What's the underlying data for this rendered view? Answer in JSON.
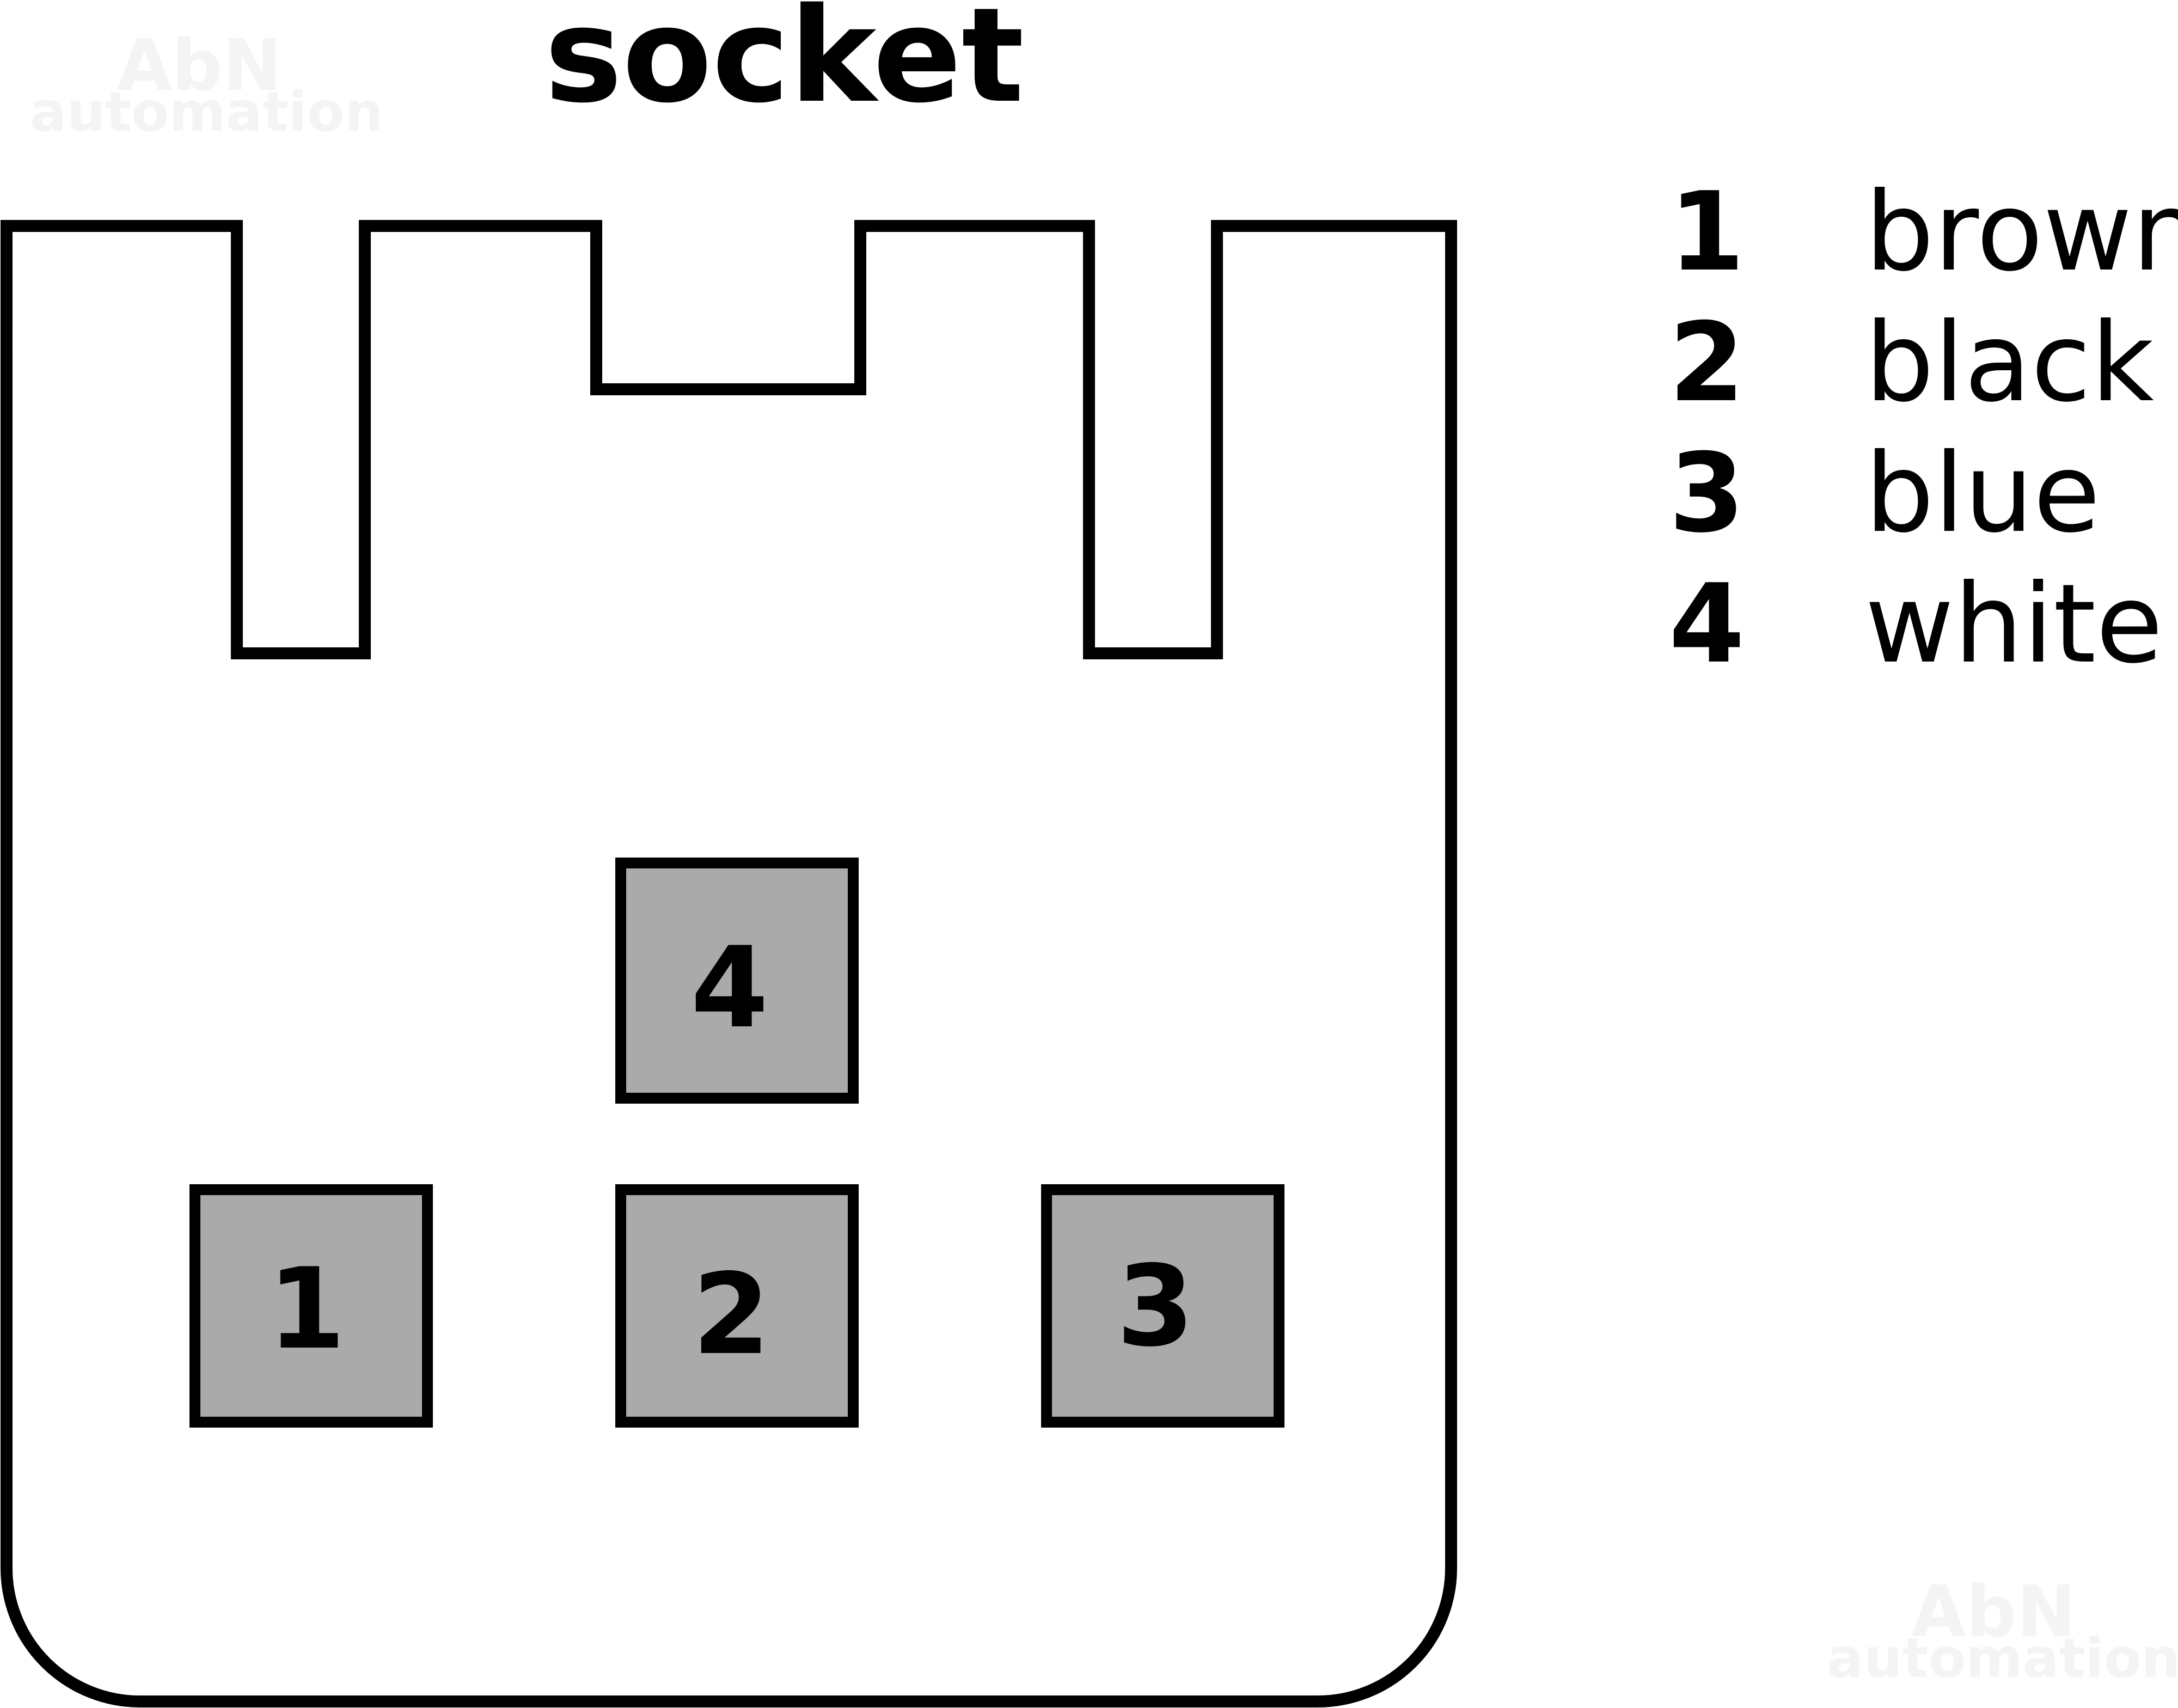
{
  "title": "socket",
  "pins": [
    {
      "number": "1"
    },
    {
      "number": "2"
    },
    {
      "number": "3"
    },
    {
      "number": "4"
    }
  ],
  "legend": [
    {
      "number": "1",
      "color_name": "brown"
    },
    {
      "number": "2",
      "color_name": "black"
    },
    {
      "number": "3",
      "color_name": "blue"
    },
    {
      "number": "4",
      "color_name": "white"
    }
  ],
  "watermark": {
    "line1": "AbN",
    "line2": "automation"
  },
  "colors": {
    "outline": "#000000",
    "pin_fill": "#aaaaaa",
    "background": "#ffffff"
  }
}
